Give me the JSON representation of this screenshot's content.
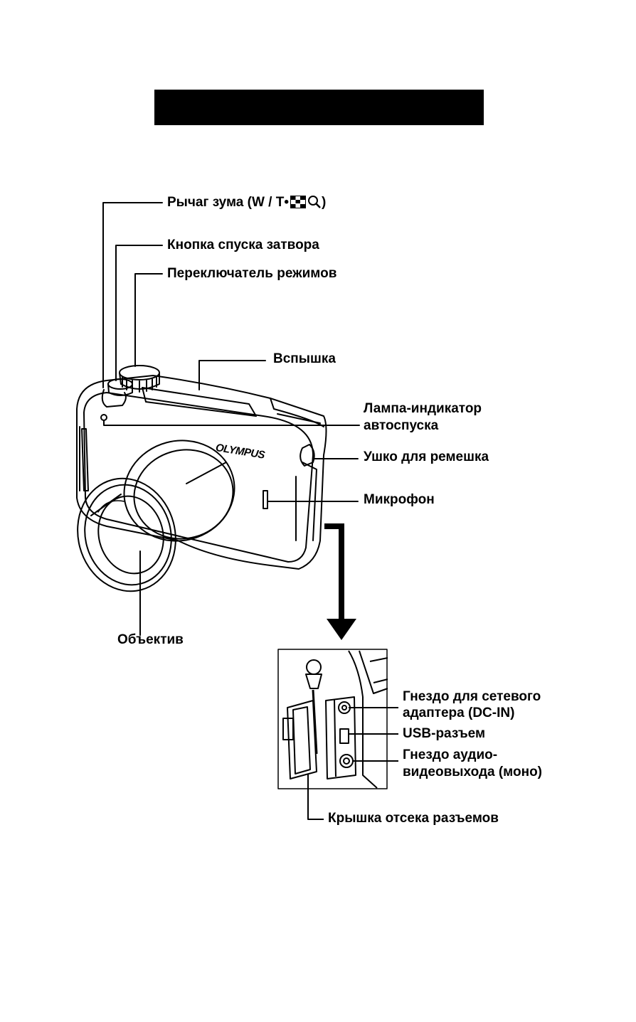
{
  "labels": {
    "zoom_lever": "Рычаг зума (W / T•",
    "zoom_lever_end": ")",
    "shutter_button": "Кнопка спуска затвора",
    "mode_dial": "Переключатель режимов",
    "flash": "Вспышка",
    "selftimer_lamp_1": "Лампа-индикатор",
    "selftimer_lamp_2": "автоспуска",
    "strap_eyelet": "Ушко для ремешка",
    "microphone": "Микрофон",
    "lens": "Объектив",
    "dc_in_1": "Гнездо для сетевого",
    "dc_in_2": "адаптера (DC-IN)",
    "usb": "USB-разъем",
    "av_out_1": "Гнездо аудио-",
    "av_out_2": "видеовыхода (моно)",
    "connector_cover": "Крышка отсека разъемов"
  },
  "brand": "OLYMPUS",
  "icons": [
    "index-grid-icon",
    "magnify-icon",
    "arrow-down-icon"
  ],
  "colors": {
    "ink": "#000000",
    "paper": "#ffffff"
  }
}
